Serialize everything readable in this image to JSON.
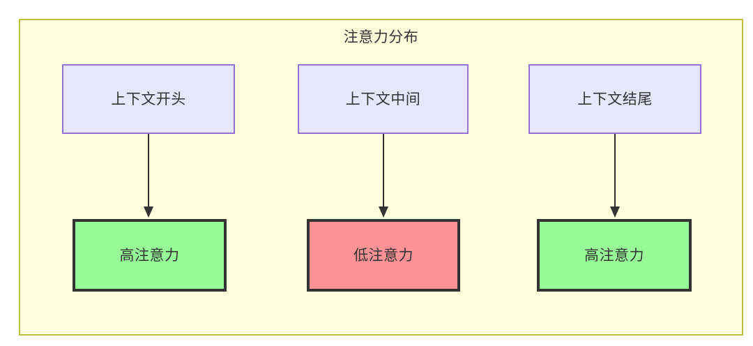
{
  "diagram": {
    "title": "注意力分布",
    "background_color": "#ffffde",
    "container_border_color": "#bfbf3f",
    "text_color": "#333333",
    "source_nodes": [
      {
        "id": "context-start",
        "label": "上下文开头",
        "fill": "#e6e6fd",
        "border": "#9670db"
      },
      {
        "id": "context-middle",
        "label": "上下文中间",
        "fill": "#e6e6fd",
        "border": "#9670db"
      },
      {
        "id": "context-end",
        "label": "上下文结尾",
        "fill": "#e6e6fd",
        "border": "#9670db"
      }
    ],
    "result_nodes": [
      {
        "id": "high-attention-start",
        "label": "高注意力",
        "fill": "#97fb98",
        "border": "#333333",
        "level": "high"
      },
      {
        "id": "low-attention-middle",
        "label": "低注意力",
        "fill": "#fc9295",
        "border": "#333333",
        "level": "low"
      },
      {
        "id": "high-attention-end",
        "label": "高注意力",
        "fill": "#97fb98",
        "border": "#333333",
        "level": "high"
      }
    ],
    "edges": [
      {
        "from": "context-start",
        "to": "high-attention-start"
      },
      {
        "from": "context-middle",
        "to": "low-attention-middle"
      },
      {
        "from": "context-end",
        "to": "high-attention-end"
      }
    ],
    "edge_color": "#333333"
  }
}
